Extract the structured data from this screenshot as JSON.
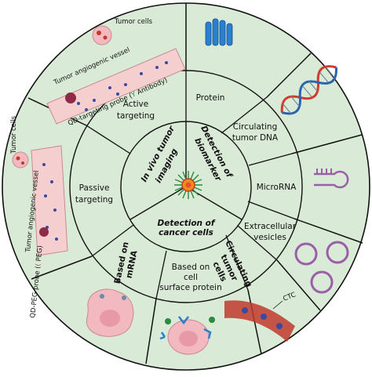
{
  "center": {
    "in_vivo": [
      "In vivo tumor",
      "imaging"
    ],
    "biomarker": [
      "Detection of",
      "biomarker"
    ],
    "cancer_cells": [
      "Detection of",
      "cancer cells"
    ]
  },
  "middle": {
    "active": [
      "Active",
      "targeting"
    ],
    "passive": [
      "Passive",
      "targeting"
    ],
    "mrna": [
      "Based on",
      "mRNA"
    ],
    "surface": [
      "Based on",
      "cell",
      "surface protein"
    ],
    "ctc": [
      "Circulating",
      "tumor",
      "cells"
    ],
    "protein": "Protein",
    "ctdna": [
      "Circulating",
      "tumor DNA"
    ],
    "microrna": "MicroRNA",
    "vesicles": [
      "Extracellular",
      "vesicles"
    ]
  },
  "outer": {
    "tumor_cells_top": "Tumor cells",
    "tumor_vessel_top": "Tumor angiogenic vessel",
    "qd_probe": "QD-targeting probe (",
    "antibody": "Antibody)",
    "tumor_cells_left": "Tumor cells",
    "tumor_vessel_left": "Tumor angiogenic vessel",
    "qd_peg": "QD-PEG probe (",
    "peg": "PEG)",
    "ctc_label": "CTC"
  },
  "colors": {
    "ring": "#d9ead6",
    "line": "#111111",
    "vessel": "#f5cfd0",
    "cell": "#f2b9c0",
    "protein": "#2a7fd1",
    "dna_red": "#d23b2f",
    "dna_blue": "#2c63b0",
    "purple": "#9b5ea8"
  },
  "icons": [
    "protein-helix-icon",
    "dna-icon",
    "hairpin-rna-icon",
    "vesicles-icon",
    "quantum-dot-icon",
    "cell-icon",
    "ctc-vessel-icon",
    "tumor-vessel-icon"
  ]
}
